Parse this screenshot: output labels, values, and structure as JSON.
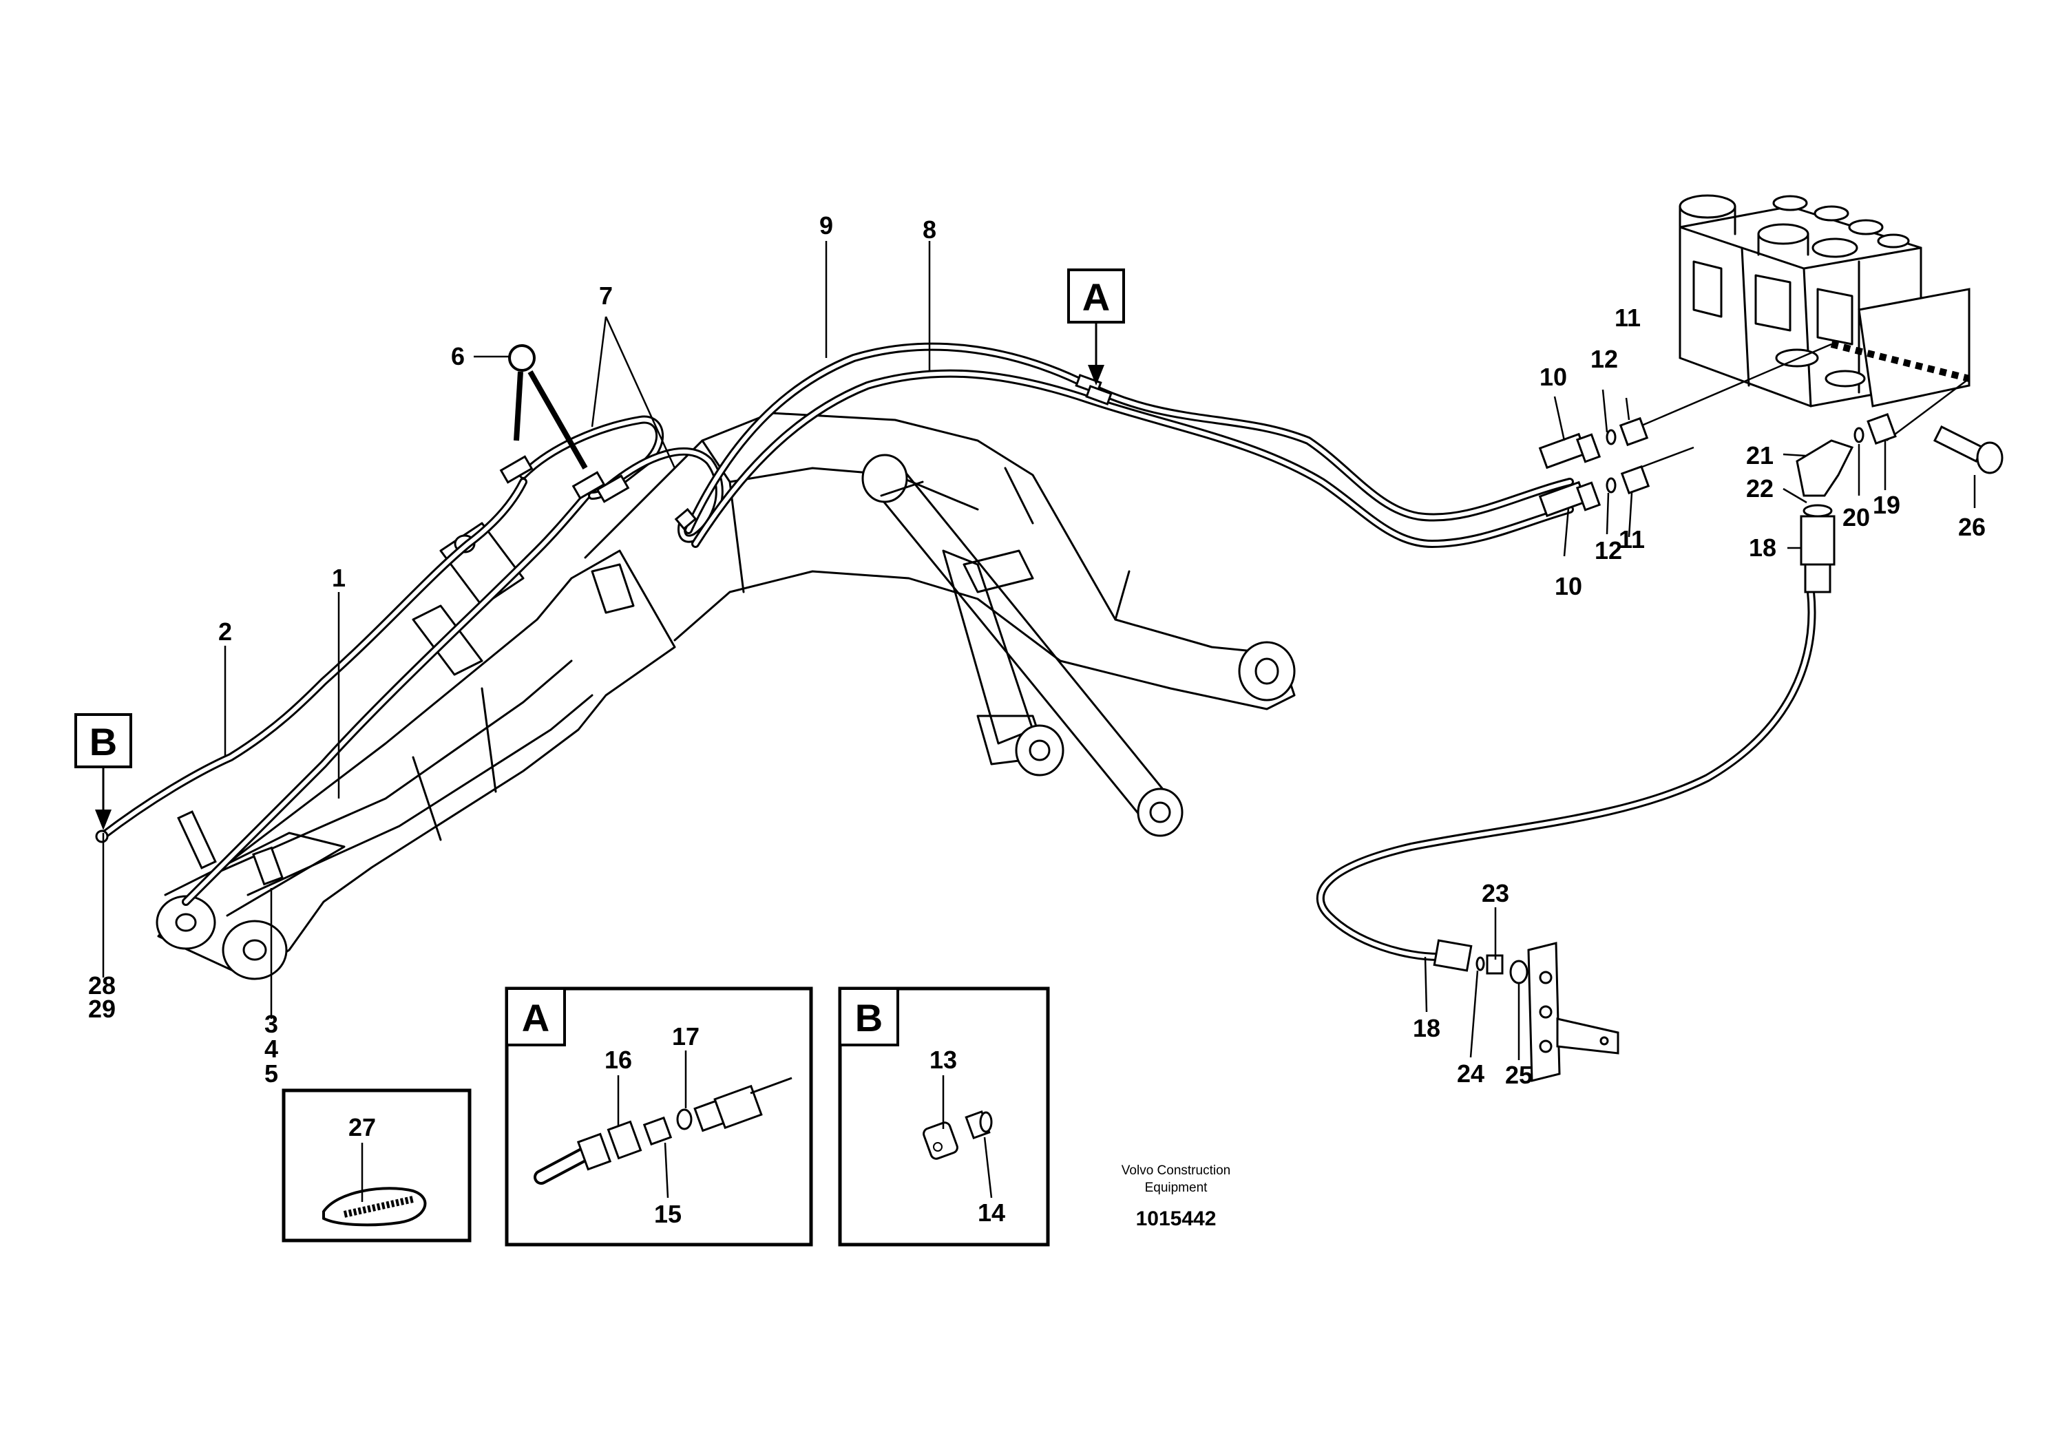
{
  "diagram": {
    "reference_views": [
      {
        "letter": "A"
      },
      {
        "letter": "B"
      }
    ],
    "callouts": {
      "c1": "1",
      "c2": "2",
      "c3": "3",
      "c4": "4",
      "c5": "5",
      "c6": "6",
      "c7": "7",
      "c8": "8",
      "c9": "9",
      "c10a": "10",
      "c10b": "10",
      "c11a": "11",
      "c11b": "11",
      "c12a": "12",
      "c12b": "12",
      "c13": "13",
      "c14": "14",
      "c15": "15",
      "c16": "16",
      "c17": "17",
      "c18a": "18",
      "c18b": "18",
      "c19": "19",
      "c20": "20",
      "c21": "21",
      "c22": "22",
      "c23": "23",
      "c24": "24",
      "c25": "25",
      "c26": "26",
      "c27": "27",
      "c28": "28",
      "c29": "29"
    },
    "detail_boxes": {
      "a_letter": "A",
      "b_letter": "B"
    },
    "footer": {
      "company_line1": "Volvo Construction",
      "company_line2": "Equipment",
      "document_number": "1015442"
    }
  }
}
